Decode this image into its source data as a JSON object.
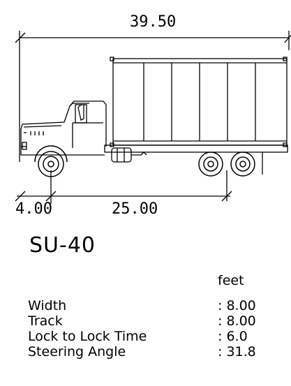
{
  "dimensions": {
    "overall_length": "39.50",
    "front_overhang": "4.00",
    "wheelbase": "25.00"
  },
  "vehicle_name": "SU-40",
  "units": "feet",
  "specs": [
    {
      "label": "Width",
      "value": ": 8.00"
    },
    {
      "label": "Track",
      "value": ": 8.00"
    },
    {
      "label": "Lock to Lock Time",
      "value": ": 6.0"
    },
    {
      "label": "Steering Angle",
      "value": ": 31.8"
    }
  ]
}
